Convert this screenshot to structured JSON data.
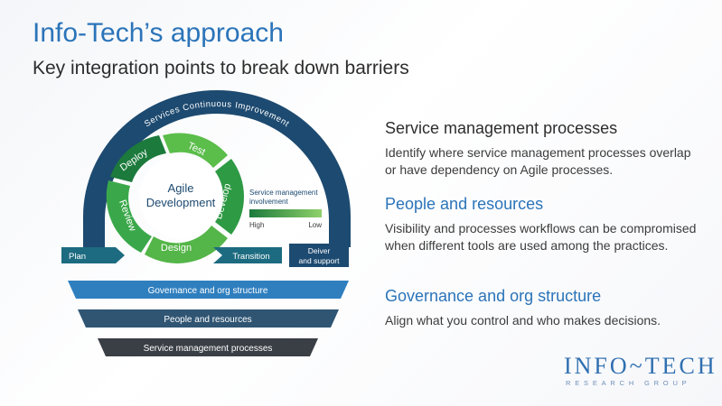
{
  "header": {
    "title": "Info-Tech’s approach",
    "subtitle": "Key integration points to break down barriers"
  },
  "diagram": {
    "arc_label": "Services Continuous Improvement",
    "center_label_line1": "Agile",
    "center_label_line2": "Development",
    "cycle_steps": [
      "Deploy",
      "Test",
      "Develop",
      "Design",
      "Review"
    ],
    "legend": {
      "title_line1": "Service management",
      "title_line2": "involvement",
      "high": "High",
      "low": "Low"
    },
    "flow": {
      "plan": "Plan",
      "transition": "Transition",
      "deliver_line1": "Deiver",
      "deliver_line2": "and support"
    },
    "bands": [
      "Governance and org structure",
      "People and resources",
      "Service management processes"
    ],
    "colors": {
      "navy": "#1d4a70",
      "teal": "#1d6b80",
      "bright_blue": "#2f7fbf",
      "slate": "#2f5573",
      "charcoal": "#3a3f46",
      "green_dark": "#1c7a3c",
      "green_light": "#6cc24a"
    }
  },
  "right": {
    "sections": [
      {
        "heading": "Service management processes",
        "body": "Identify where service management processes overlap or have dependency on Agile processes."
      },
      {
        "heading": "People and resources",
        "body": "Visibility and processes workflows can be compromised when different tools are used among the practices."
      },
      {
        "heading": "Governance and org structure",
        "body": "Align what you control and who makes decisions."
      }
    ]
  },
  "logo": {
    "name": "INFO~TECH",
    "tagline": "RESEARCH GROUP"
  }
}
